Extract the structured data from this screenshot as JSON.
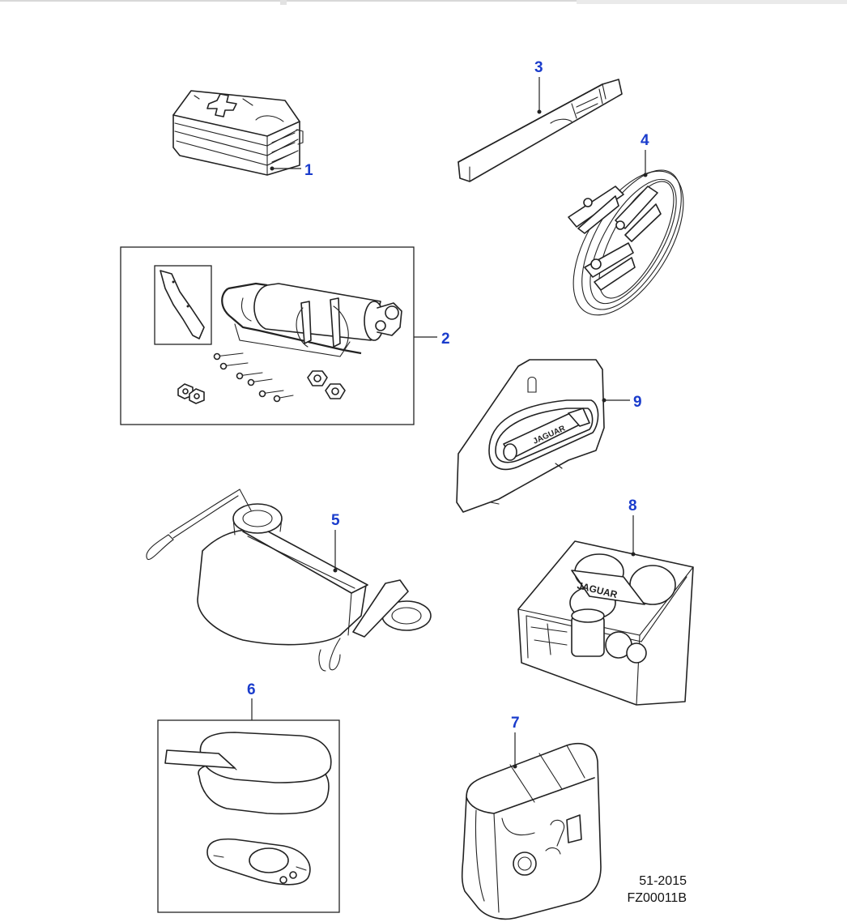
{
  "callouts": [
    {
      "id": "1",
      "label": "1",
      "part": "first-aid-kit"
    },
    {
      "id": "2",
      "label": "2",
      "part": "fire-extinguisher-kit"
    },
    {
      "id": "3",
      "label": "3",
      "part": "warning-triangle"
    },
    {
      "id": "4",
      "label": "4",
      "part": "jump-leads"
    },
    {
      "id": "5",
      "label": "5",
      "part": "tow-strap-bag"
    },
    {
      "id": "6",
      "label": "6",
      "part": "ear-defenders-and-remote"
    },
    {
      "id": "7",
      "label": "7",
      "part": "tyre-repair-kit"
    },
    {
      "id": "8",
      "label": "8",
      "part": "spare-bulb-kit"
    },
    {
      "id": "9",
      "label": "9",
      "part": "torch-holder"
    }
  ],
  "footer": {
    "code_line1": "51-2015",
    "code_line2": "FZ00011B"
  },
  "colors": {
    "callout": "#1a3ccc",
    "line": "#222222",
    "fill": "#ffffff"
  },
  "brand_text": {
    "torch": "JAGUAR",
    "bulb_kit": "JAGUAR"
  }
}
